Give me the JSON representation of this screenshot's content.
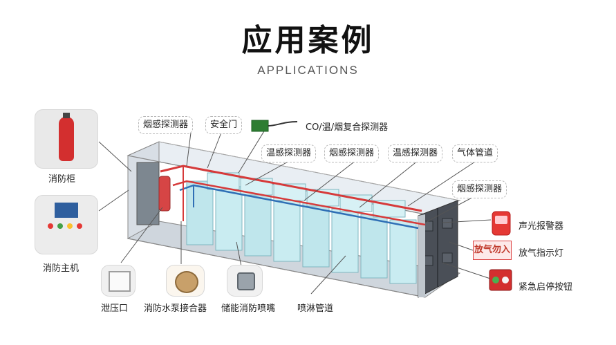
{
  "header": {
    "title": "应用案例",
    "subtitle": "APPLICATIONS"
  },
  "callouts": {
    "smoke_detector_top": "烟感探测器",
    "safety_door": "安全门",
    "co_detector": "CO/温/烟复合探测器",
    "temp_detector_1": "温感探测器",
    "smoke_detector_2": "烟感探测器",
    "temp_detector_2": "温感探测器",
    "gas_pipe": "气体管道",
    "smoke_detector_3": "烟感探测器"
  },
  "left_items": {
    "fire_cabinet": "消防柜",
    "fire_host": "消防主机"
  },
  "bottom_items": {
    "pressure_vent": "泄压口",
    "pump_connector": "消防水泵接合器",
    "storage_nozzle": "储能消防喷嘴",
    "sprinkler_pipe": "喷淋管道"
  },
  "right_items": {
    "alarm": "声光报警器",
    "discharge_light": "放气指示灯",
    "emergency_button": "紧急启停按钮"
  },
  "discharge_sign_text": "放气勿入",
  "colors": {
    "pipe_red": "#d63a3a",
    "pipe_blue": "#2f6fb5",
    "battery": "#bfe6ec"
  }
}
